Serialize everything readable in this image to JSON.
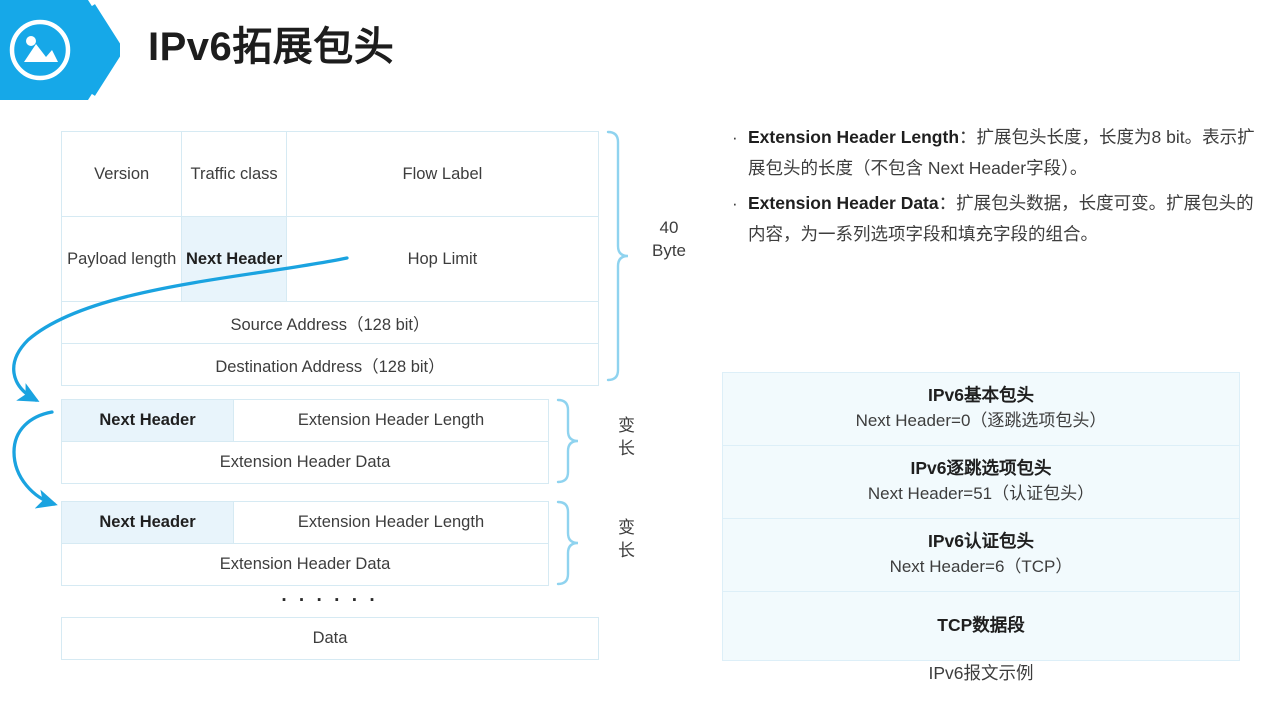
{
  "header": {
    "title": "IPv6拓展包头",
    "brand_icon": "image-photo-icon",
    "accent_color": "#16a8e8"
  },
  "left_diagram": {
    "basic_header": {
      "rows": [
        {
          "cells": [
            {
              "label": "Version",
              "highlight": false
            },
            {
              "label": "Traffic class",
              "highlight": false
            },
            {
              "label": "Flow Label",
              "highlight": false
            }
          ]
        },
        {
          "cells": [
            {
              "label": "Payload length",
              "highlight": false
            },
            {
              "label": "Next Header",
              "highlight": true
            },
            {
              "label": "Hop Limit",
              "highlight": false
            }
          ]
        },
        {
          "cells": [
            {
              "label": "Source Address（128 bit）",
              "highlight": false
            }
          ]
        },
        {
          "cells": [
            {
              "label": "Destination Address（128 bit）",
              "highlight": false
            }
          ]
        }
      ],
      "size_label_line1": "40",
      "size_label_line2": "Byte"
    },
    "extension_headers": [
      {
        "next_header": "Next Header",
        "length_field": "Extension  Header Length",
        "data_field": "Extension  Header Data",
        "size_label": "变长"
      },
      {
        "next_header": "Next Header",
        "length_field": "Extension  Header Length",
        "data_field": "Extension  Header Data",
        "size_label": "变长"
      }
    ],
    "ellipsis": "· · · · · ·",
    "data_row_label": "Data"
  },
  "right_column": {
    "bullets": [
      {
        "marker": "·",
        "term": "Extension Header Length",
        "separator": "：",
        "text": "扩展包头长度，长度为8 bit。表示扩展包头的长度（不包含 Next Header字段）。"
      },
      {
        "marker": "·",
        "term": "Extension Header Data",
        "separator": "：",
        "text": "扩展包头数据，长度可变。扩展包头的内容，为一系列选项字段和填充字段的组合。"
      }
    ],
    "example_table": {
      "rows": [
        {
          "title": "IPv6基本包头",
          "subtitle": "Next Header=0（逐跳选项包头）"
        },
        {
          "title": "IPv6逐跳选项包头",
          "subtitle": "Next Header=51（认证包头）"
        },
        {
          "title": "IPv6认证包头",
          "subtitle": "Next Header=6（TCP）"
        },
        {
          "title": "TCP数据段",
          "subtitle": ""
        }
      ],
      "caption": "IPv6报文示例"
    }
  }
}
